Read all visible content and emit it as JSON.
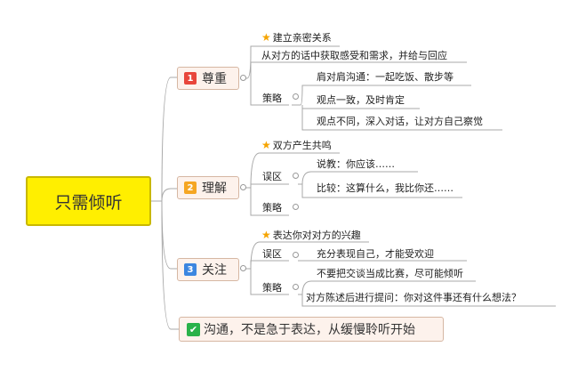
{
  "root": {
    "label": "只需倾听"
  },
  "branches": [
    {
      "number": "1",
      "badge_color": "#e8463b",
      "label": "尊重",
      "goal": "建立亲密关系",
      "desc": "从对方的话中获取感受和需求，并给与回应",
      "strategy_label": "策略",
      "strategies": [
        "肩对肩沟通：一起吃饭、散步等",
        "观点一致，及时肯定",
        "观点不同，深入对话，让对方自己察觉"
      ]
    },
    {
      "number": "2",
      "badge_color": "#f5a623",
      "label": "理解",
      "goal": "双方产生共鸣",
      "misconception_label": "误区",
      "misconceptions": [
        "说教：你应该……",
        "比较：这算什么，我比你还……"
      ],
      "strategy_label": "策略"
    },
    {
      "number": "3",
      "badge_color": "#3b86e0",
      "label": "关注",
      "goal": "表达你对对方的兴趣",
      "misconception_label": "误区",
      "misconception": "充分表现自己，才能受欢迎",
      "strategy_label": "策略",
      "strategies": [
        "不要把交谈当成比赛，尽可能倾听",
        "对方陈述后进行提问：你对这件事还有什么想法？"
      ]
    }
  ],
  "conclusion": {
    "label": "沟通，不是急于表达，从缓慢聆听开始",
    "icon_color": "#2ab24a"
  },
  "colors": {
    "line": "#9a9a9a",
    "branch_line": "#b08a75",
    "root_fill": "#ffef00",
    "branch_fill": "#fdf2ec"
  }
}
